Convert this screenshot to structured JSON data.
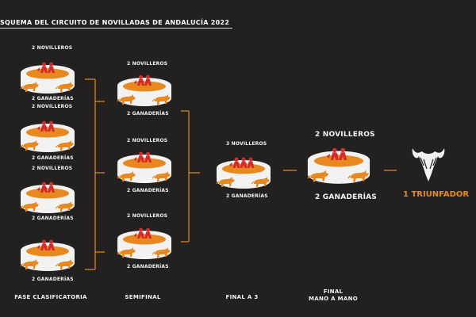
{
  "title": "SQUEMA DEL CIRCUITO DE NOVILLADAS DE ANDALUCÍA 2022",
  "colors": {
    "accent": "#e8891f",
    "bull_red": "#d42a2a",
    "ring_white": "#f2f2f2",
    "background": "#222120"
  },
  "phases": {
    "qualifying": {
      "label": "FASE CLASIFICATORIA",
      "rings": [
        {
          "top": "2 NOVILLEROS",
          "bottom": "2 GANADERÍAS"
        },
        {
          "top": "2 NOVILLEROS",
          "bottom": "2 GANADERÍAS"
        },
        {
          "top": "2 NOVILLEROS",
          "bottom": "2 GANADERÍAS"
        },
        {
          "top": "",
          "bottom": "2 GANADERÍAS"
        }
      ]
    },
    "semifinal": {
      "label": "SEMIFINAL",
      "rings": [
        {
          "top": "2 NOVILLEROS",
          "bottom": "2 GANADERÍAS"
        },
        {
          "top": "2 NOVILLEROS",
          "bottom": "2 GANADERÍAS"
        },
        {
          "top": "2 NOVILLEROS",
          "bottom": "2 GANADERÍAS"
        }
      ]
    },
    "final3": {
      "label": "FINAL A 3",
      "ring": {
        "top": "3 NOVILLEROS",
        "bottom": "2 GANADERÍAS"
      }
    },
    "final": {
      "label_line1": "FINAL",
      "label_line2": "MANO A MANO",
      "ring": {
        "top": "2 NOVILLEROS",
        "bottom": "2 GANADERÍAS"
      }
    }
  },
  "winner": "1 TRIUNFADOR",
  "icons": {
    "novillero": "red-torero-figure-icon",
    "bull": "orange-bull-icon",
    "arena": "bullring-icon",
    "logo": "bull-head-logo"
  }
}
